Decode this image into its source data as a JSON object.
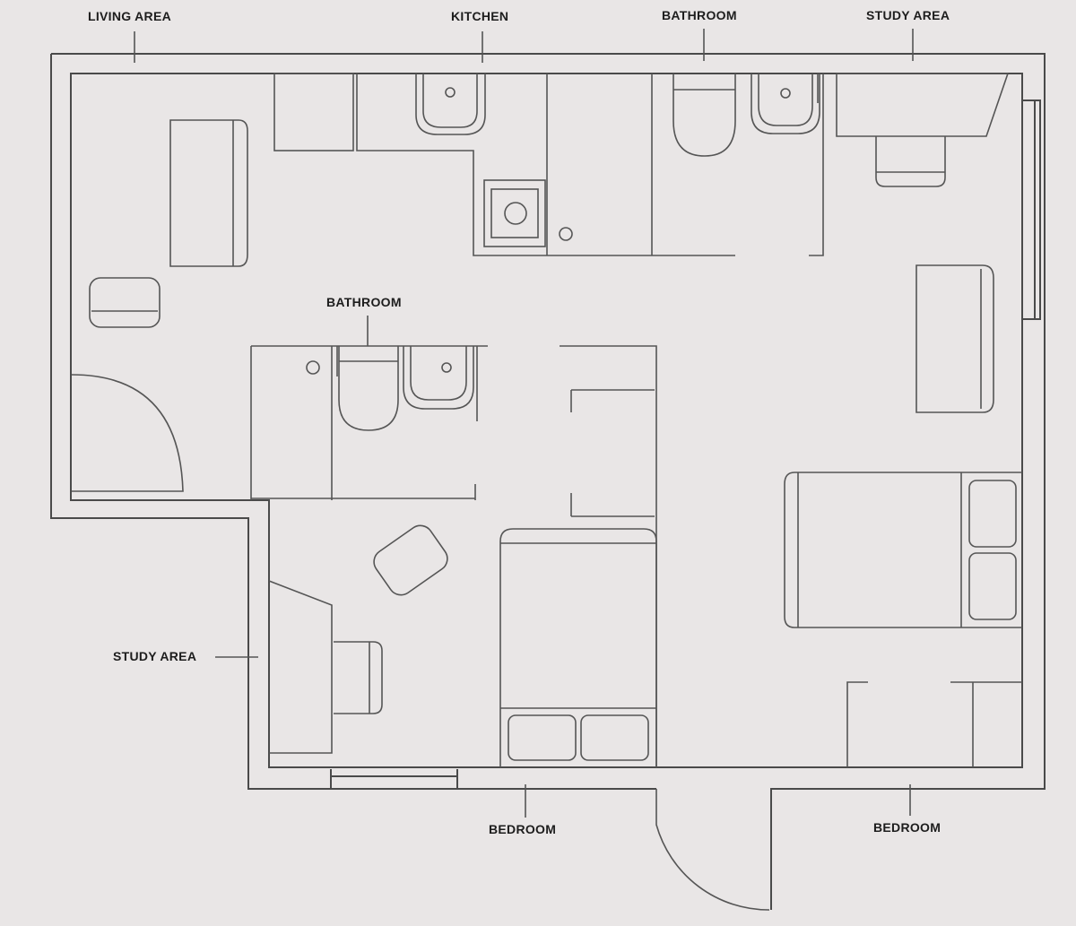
{
  "labels": {
    "living_area": "LIVING AREA",
    "kitchen": "KITCHEN",
    "bathroom_top": "BATHROOM",
    "study_area_top": "STUDY AREA",
    "bathroom_mid": "BATHROOM",
    "study_area_left": "STUDY AREA",
    "bedroom_bottom_left": "BEDROOM",
    "bedroom_bottom_right": "BEDROOM"
  }
}
